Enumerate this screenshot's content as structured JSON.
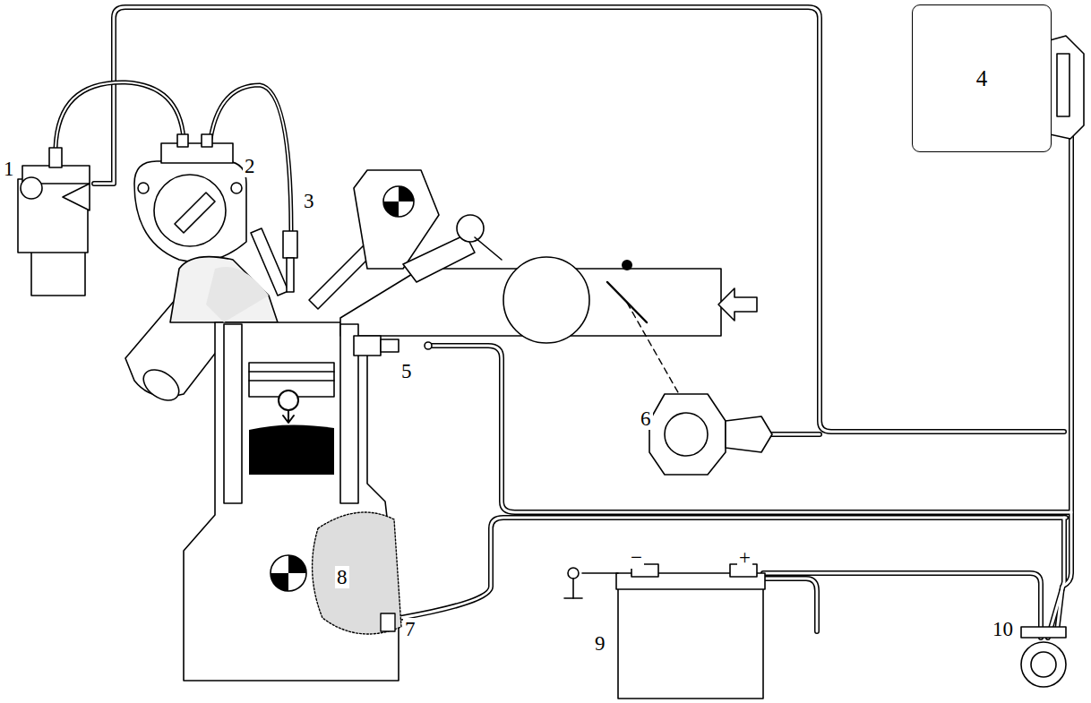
{
  "diagram": {
    "nodes": [
      {
        "text": [
          "4"
        ]
      }
    ],
    "labels": [
      "1",
      "2",
      "3",
      "5",
      "6",
      "7",
      "8",
      "9",
      "10",
      "−",
      "+"
    ]
  }
}
